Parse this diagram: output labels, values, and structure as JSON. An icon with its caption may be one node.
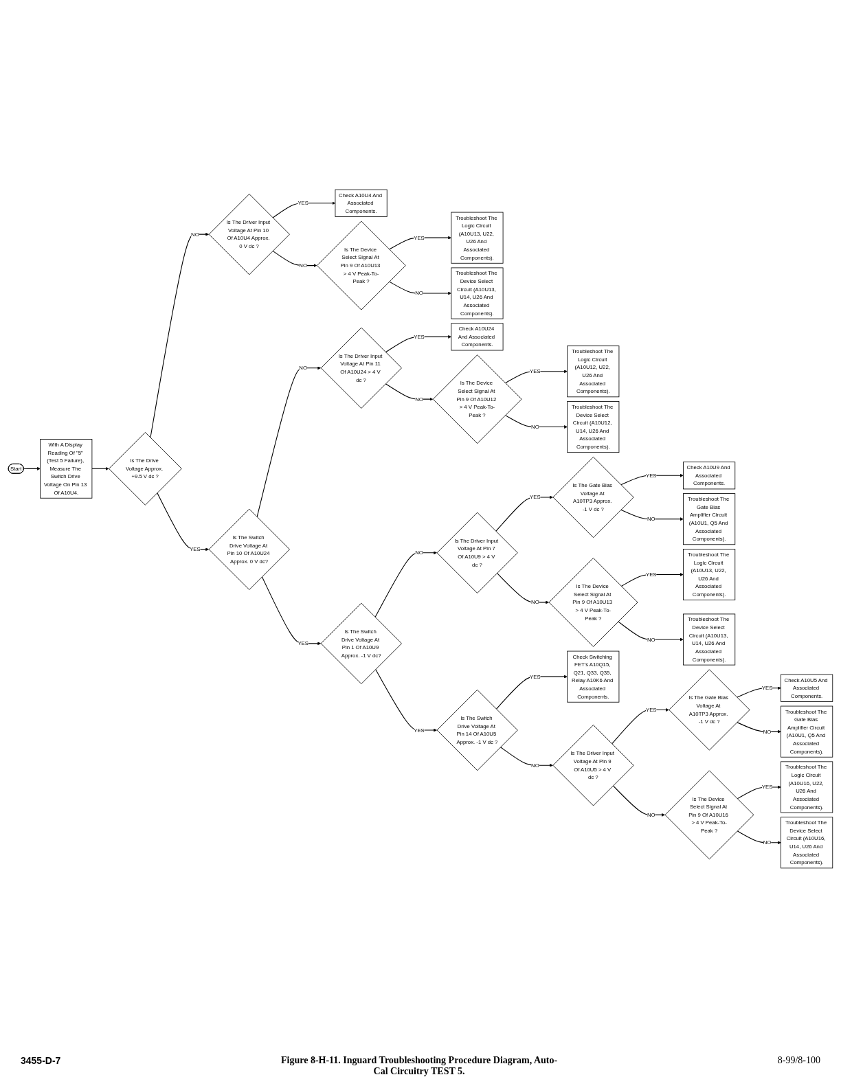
{
  "diagram": {
    "caption": "Figure 8-H-11. Inguard Troubleshooting Procedure Diagram, Auto-Cal Circuitry TEST 5.",
    "nodes": [
      {
        "text": [
          "Start"
        ]
      },
      {
        "text": [
          "With A Display Reading Of \"5\" (Test 5 Failure), Measure The Switch Drive Voltage On Pin 13 Of A10U4."
        ]
      },
      {
        "text": [
          "Is The Drive Voltage Approx. +9.5 V dc ?"
        ]
      },
      {
        "text": [
          "Is The Driver Input Voltage At Pin 10 Of A10U4 Approx. 0 V dc ?"
        ]
      },
      {
        "text": [
          "Check A10U4 And Associated Components."
        ]
      },
      {
        "text": [
          "Is The Device Select Signal At Pin 9 Of A10U13 > 4 V Peak-To-Peak ?"
        ]
      },
      {
        "text": [
          "Troubleshoot The Logic Circuit (A10U13, U22, U26 And Associated Components)."
        ]
      },
      {
        "text": [
          "Troubleshoot The Device Select Circuit (A10U13, U14, U26 And Associated Components)."
        ]
      },
      {
        "text": [
          "Is The Switch Drive Voltage At Pin 10 Of A10U24 Approx. 0 V dc?"
        ]
      },
      {
        "text": [
          "Is The Driver Input Voltage At Pin 11 Of A10U24 > 4 V dc ?"
        ]
      },
      {
        "text": [
          "Check A10U24 And Associated Components."
        ]
      },
      {
        "text": [
          "Is The Device Select Signal At Pin 9 Of A10U12 > 4 V Peak-To-Peak ?"
        ]
      },
      {
        "text": [
          "Troubleshoot The Logic Circuit (A10U12, U22, U26 And Associated Components)."
        ]
      },
      {
        "text": [
          "Troubleshoot The Device Select Circuit (A10U12, U14, U26 And Associated Components)."
        ]
      },
      {
        "text": [
          "Is The Switch Drive Voltage At Pin 1 Of A10U9 Approx. -1 V dc?"
        ]
      },
      {
        "text": [
          "Is The Driver Input Voltage At Pin 7 Of A10U9 > 4 V dc ?"
        ]
      },
      {
        "text": [
          "Is The Gate Bias Voltage At A10TP3 Approx. -1 V dc ?"
        ]
      },
      {
        "text": [
          "Check A10U9 And Associated Components."
        ]
      },
      {
        "text": [
          "Troubleshoot The Gate Bias Amplifier Circuit (A10U1, Q5 And Associated Components)."
        ]
      },
      {
        "text": [
          "Is The Device Select Signal At Pin 9 Of A10U13 > 4 V Peak-To-Peak ?"
        ]
      },
      {
        "text": [
          "Troubleshoot The Logic Circuit (A10U13, U22, U26 And Associated Components)."
        ]
      },
      {
        "text": [
          "Troubleshoot The Device Select Circuit (A10U13, U14, U26 And Associated Components)."
        ]
      },
      {
        "text": [
          "Is The Switch Drive Voltage At Pin 14 Of A10U5 Approx. -1 V dc ?"
        ]
      },
      {
        "text": [
          "Check Switching FET's A10Q15, Q21, Q33, Q35, Relay A10K6 And Associated Components."
        ]
      },
      {
        "text": [
          "Is The Driver Input Voltage At Pin 9 Of A10U5 > 4 V dc ?"
        ]
      },
      {
        "text": [
          "Is The Gate Bias Voltage At A10TP3 Approx. -1 V dc ?"
        ]
      },
      {
        "text": [
          "Check A10U5 And Associated Components."
        ]
      },
      {
        "text": [
          "Troubleshoot The Gate Bias Amplifier Circuit (A10U1, Q5 And Associated Components)."
        ]
      },
      {
        "text": [
          "Is The Device Select Signal At Pin 9 Of A10U16 > 4 V Peak-To-Peak ?"
        ]
      },
      {
        "text": [
          "Troubleshoot The Logic Circuit (A10U16, U22, U26 And Associated Components)."
        ]
      },
      {
        "text": [
          "Troubleshoot The Device Select Circuit (A10U16, U14, U26 And Associated Components)."
        ]
      }
    ],
    "edges": [
      {
        "from": 0,
        "to": 1,
        "arrow": "to"
      },
      {
        "from": 1,
        "to": 2,
        "arrow": "to"
      },
      {
        "from": 2,
        "to": 8,
        "arrow": "to",
        "label": "YES"
      },
      {
        "from": 2,
        "to": 3,
        "arrow": "to",
        "label": "NO"
      },
      {
        "from": 3,
        "to": 4,
        "arrow": "to",
        "label": "YES"
      },
      {
        "from": 3,
        "to": 5,
        "arrow": "to",
        "label": "NO"
      },
      {
        "from": 5,
        "to": 6,
        "arrow": "to",
        "label": "YES"
      },
      {
        "from": 5,
        "to": 7,
        "arrow": "to",
        "label": "NO"
      },
      {
        "from": 8,
        "to": 14,
        "arrow": "to",
        "label": "YES"
      },
      {
        "from": 8,
        "to": 9,
        "arrow": "to",
        "label": "NO"
      },
      {
        "from": 9,
        "to": 10,
        "arrow": "to",
        "label": "YES"
      },
      {
        "from": 9,
        "to": 11,
        "arrow": "to",
        "label": "NO"
      },
      {
        "from": 11,
        "to": 12,
        "arrow": "to",
        "label": "YES"
      },
      {
        "from": 11,
        "to": 13,
        "arrow": "to",
        "label": "NO"
      },
      {
        "from": 14,
        "to": 22,
        "arrow": "to",
        "label": "YES"
      },
      {
        "from": 14,
        "to": 15,
        "arrow": "to",
        "label": "NO"
      },
      {
        "from": 15,
        "to": 16,
        "arrow": "to",
        "label": "YES"
      },
      {
        "from": 15,
        "to": 19,
        "arrow": "to",
        "label": "NO"
      },
      {
        "from": 16,
        "to": 17,
        "arrow": "to",
        "label": "YES"
      },
      {
        "from": 16,
        "to": 18,
        "arrow": "to",
        "label": "NO"
      },
      {
        "from": 19,
        "to": 20,
        "arrow": "to",
        "label": "YES"
      },
      {
        "from": 19,
        "to": 21,
        "arrow": "to",
        "label": "NO"
      },
      {
        "from": 22,
        "to": 23,
        "arrow": "to",
        "label": "YES"
      },
      {
        "from": 22,
        "to": 24,
        "arrow": "to",
        "label": "NO"
      },
      {
        "from": 24,
        "to": 25,
        "arrow": "to",
        "label": "YES"
      },
      {
        "from": 24,
        "to": 28,
        "arrow": "to",
        "label": "NO"
      },
      {
        "from": 25,
        "to": 26,
        "arrow": "to",
        "label": "YES"
      },
      {
        "from": 25,
        "to": 27,
        "arrow": "to",
        "label": "NO"
      },
      {
        "from": 28,
        "to": 29,
        "arrow": "to",
        "label": "YES"
      },
      {
        "from": 28,
        "to": 30,
        "arrow": "to",
        "label": "NO"
      }
    ],
    "labels": [
      "3455-D-7",
      "8-99/8-100"
    ]
  }
}
